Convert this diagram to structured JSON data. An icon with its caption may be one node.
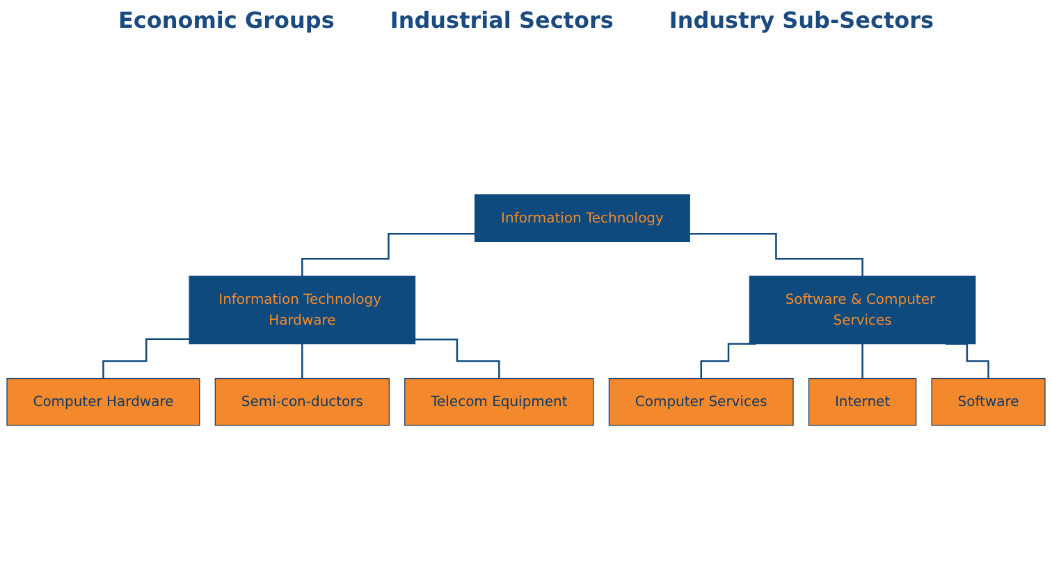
{
  "diagram": {
    "nodes": [
      {
        "text": [
          "Information Technology"
        ]
      },
      {
        "text": [
          "Information Technology Hardware"
        ]
      },
      {
        "text": [
          "Software & Computer Services"
        ]
      },
      {
        "text": [
          "Computer Hardware"
        ]
      },
      {
        "text": [
          "Semi-con-ductors"
        ]
      },
      {
        "text": [
          "Telecom Equipment"
        ]
      },
      {
        "text": [
          "Computer Services"
        ]
      },
      {
        "text": [
          "Internet"
        ]
      },
      {
        "text": [
          "Software"
        ]
      }
    ],
    "edges": [
      {
        "from": 0,
        "to": 1,
        "arrow": "none"
      },
      {
        "from": 0,
        "to": 2,
        "arrow": "none"
      },
      {
        "from": 1,
        "to": 3,
        "arrow": "none"
      },
      {
        "from": 1,
        "to": 4,
        "arrow": "none"
      },
      {
        "from": 1,
        "to": 5,
        "arrow": "none"
      },
      {
        "from": 2,
        "to": 6,
        "arrow": "none"
      },
      {
        "from": 2,
        "to": 7,
        "arrow": "none"
      },
      {
        "from": 2,
        "to": 8,
        "arrow": "none"
      }
    ],
    "labels": [
      "Economic Groups",
      "Industrial Sectors",
      "Industry Sub-Sectors"
    ]
  }
}
